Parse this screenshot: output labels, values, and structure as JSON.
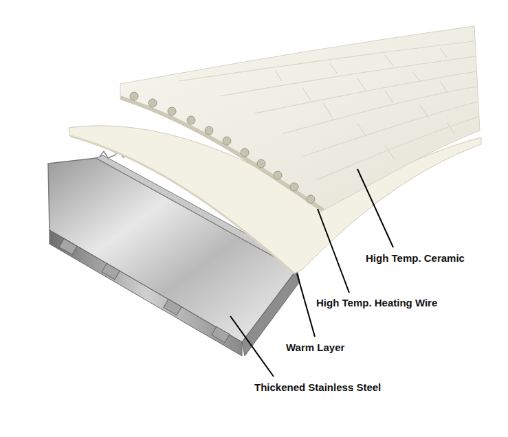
{
  "diagram": {
    "labels": [
      "High Temp. Ceramic",
      "High Temp. Heating Wire",
      "Warm Layer",
      "Thickened Stainless Steel"
    ]
  }
}
